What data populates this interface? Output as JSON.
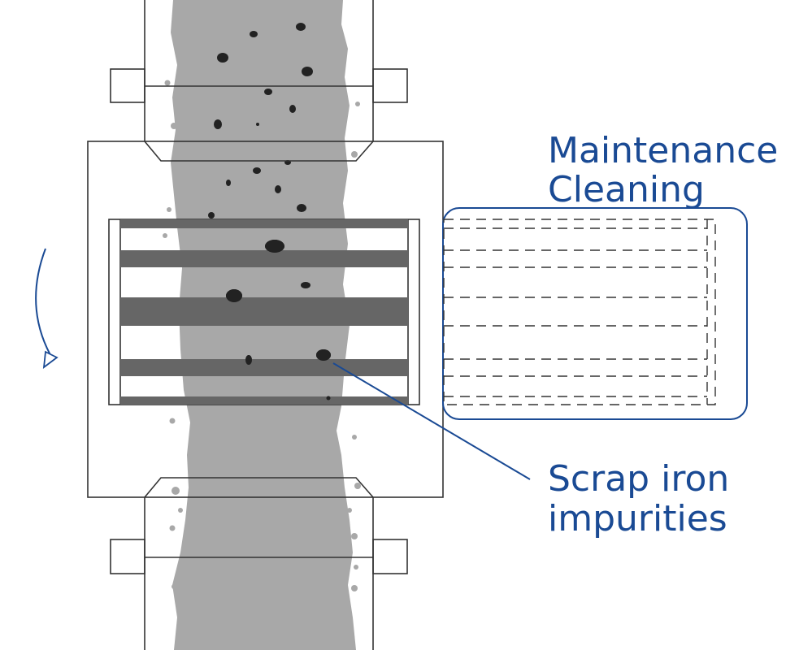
{
  "labels": {
    "maintenance_line1": "Maintenance",
    "maintenance_line2": "Cleaning",
    "scrap_line1": "Scrap iron",
    "scrap_line2": "impurities"
  },
  "colors": {
    "annotation": "#1a4a94",
    "material_flow": "#a8a8a8",
    "magnet_bar": "#666666",
    "particle": "#222222",
    "outline": "#333333"
  },
  "icons": {
    "rotation_arrow": "curved-arrow-down-icon"
  }
}
